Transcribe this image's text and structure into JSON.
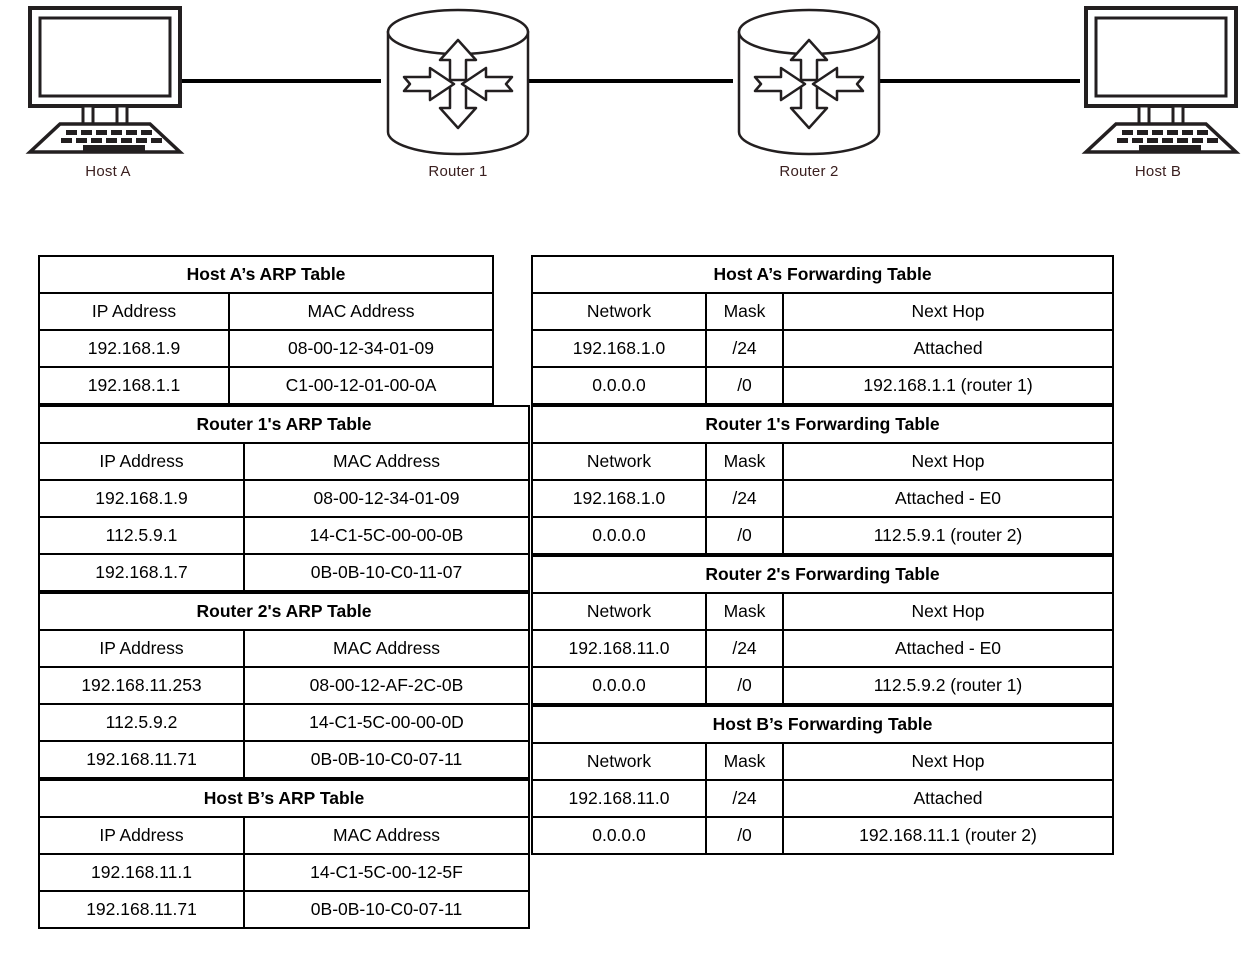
{
  "topology": {
    "nodes": [
      {
        "id": "host-a",
        "label": "Host A",
        "type": "computer"
      },
      {
        "id": "router-1",
        "label": "Router 1",
        "type": "router"
      },
      {
        "id": "router-2",
        "label": "Router 2",
        "type": "router"
      },
      {
        "id": "host-b",
        "label": "Host B",
        "type": "computer"
      }
    ],
    "links": [
      {
        "from": "host-a",
        "to": "router-1"
      },
      {
        "from": "router-1",
        "to": "router-2"
      },
      {
        "from": "router-2",
        "to": "host-b"
      }
    ],
    "label_color": "#3b2020"
  },
  "arp_tables": [
    {
      "title": "Host A’s ARP Table",
      "headers": [
        "IP Address",
        "MAC Address"
      ],
      "rows": [
        [
          "192.168.1.9",
          "08-00-12-34-01-09"
        ],
        [
          "192.168.1.1",
          "C1-00-12-01-00-0A"
        ]
      ]
    },
    {
      "title": "Router 1's ARP Table",
      "headers": [
        "IP Address",
        "MAC Address"
      ],
      "rows": [
        [
          "192.168.1.9",
          "08-00-12-34-01-09"
        ],
        [
          "112.5.9.1",
          "14-C1-5C-00-00-0B"
        ],
        [
          "192.168.1.7",
          "0B-0B-10-C0-11-07"
        ]
      ]
    },
    {
      "title": "Router 2's ARP Table",
      "headers": [
        "IP Address",
        "MAC Address"
      ],
      "rows": [
        [
          "192.168.11.253",
          "08-00-12-AF-2C-0B"
        ],
        [
          "112.5.9.2",
          "14-C1-5C-00-00-0D"
        ],
        [
          "192.168.11.71",
          "0B-0B-10-C0-07-11"
        ]
      ]
    },
    {
      "title": "Host B’s ARP Table",
      "headers": [
        "IP Address",
        "MAC Address"
      ],
      "rows": [
        [
          "192.168.11.1",
          "14-C1-5C-00-12-5F"
        ],
        [
          "192.168.11.71",
          "0B-0B-10-C0-07-11"
        ]
      ]
    }
  ],
  "forwarding_tables": [
    {
      "title": "Host A’s Forwarding Table",
      "headers": [
        "Network",
        "Mask",
        "Next Hop"
      ],
      "rows": [
        [
          "192.168.1.0",
          "/24",
          "Attached"
        ],
        [
          "0.0.0.0",
          "/0",
          "192.168.1.1 (router 1)"
        ]
      ]
    },
    {
      "title": "Router 1's Forwarding Table",
      "headers": [
        "Network",
        "Mask",
        "Next Hop"
      ],
      "rows": [
        [
          "192.168.1.0",
          "/24",
          "Attached - E0"
        ],
        [
          "0.0.0.0",
          "/0",
          "112.5.9.1 (router 2)"
        ]
      ]
    },
    {
      "title": "Router 2's Forwarding Table",
      "headers": [
        "Network",
        "Mask",
        "Next Hop"
      ],
      "rows": [
        [
          "192.168.11.0",
          "/24",
          "Attached - E0"
        ],
        [
          "0.0.0.0",
          "/0",
          "112.5.9.2 (router 1)"
        ]
      ]
    },
    {
      "title": "Host B’s Forwarding Table",
      "headers": [
        "Network",
        "Mask",
        "Next Hop"
      ],
      "rows": [
        [
          "192.168.11.0",
          "/24",
          "Attached"
        ],
        [
          "0.0.0.0",
          "/0",
          "192.168.11.1 (router 2)"
        ]
      ]
    }
  ]
}
